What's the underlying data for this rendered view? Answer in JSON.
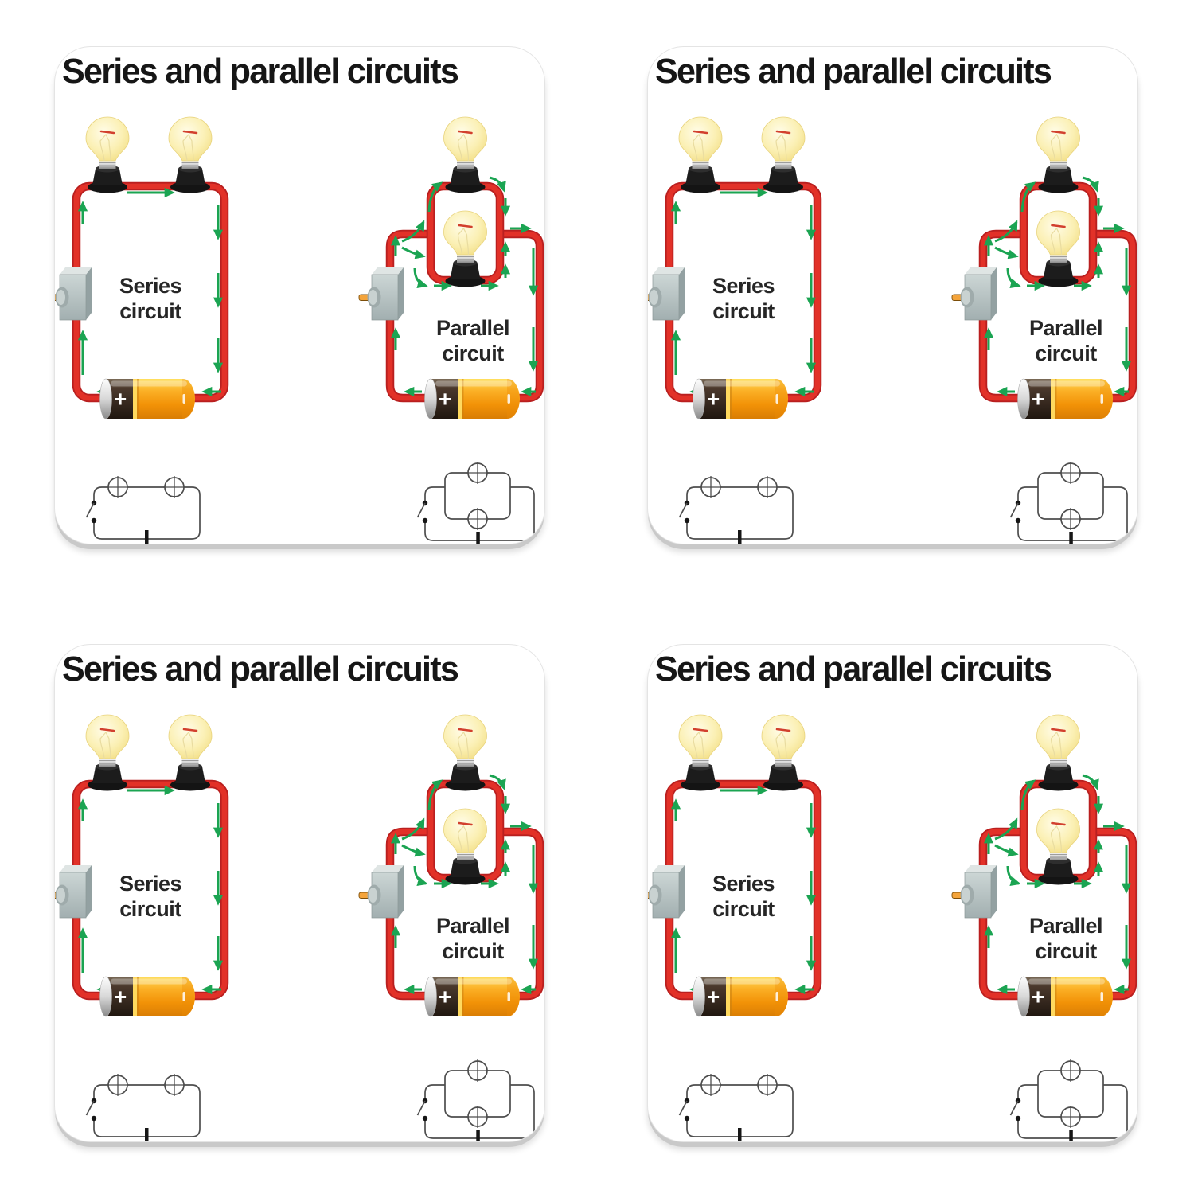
{
  "product": {
    "description": "coaster set product image",
    "tile_count": 4
  },
  "tile": {
    "title": "Series and parallel circuits",
    "series_label": {
      "line1": "Series",
      "line2": "circuit"
    },
    "parallel_label": {
      "line1": "Parallel",
      "line2": "circuit"
    },
    "battery_polarity": "+"
  },
  "colors": {
    "background": "#ffffff",
    "tile_background": "#ffffff",
    "tile_shadow": "#c9c9c9",
    "title_text": "#161616",
    "wire_red": "#e23128",
    "wire_red_dark": "#b91f1f",
    "current_arrow_green": "#1ba452",
    "battery_body_orange": "#f9a826",
    "battery_cap_brown": "#41312a",
    "battery_separator_yellow": "#ffd95e",
    "bulb_glass_yellow": "#fbf0b4",
    "bulb_filament_red": "#d2402e",
    "bulb_base_black": "#1c1c1c",
    "switch_body_gray": "#b3bfc0",
    "switch_pin_orange": "#f4a43b",
    "schematic_line_gray": "#4d4d4d",
    "label_text": "#262626"
  }
}
